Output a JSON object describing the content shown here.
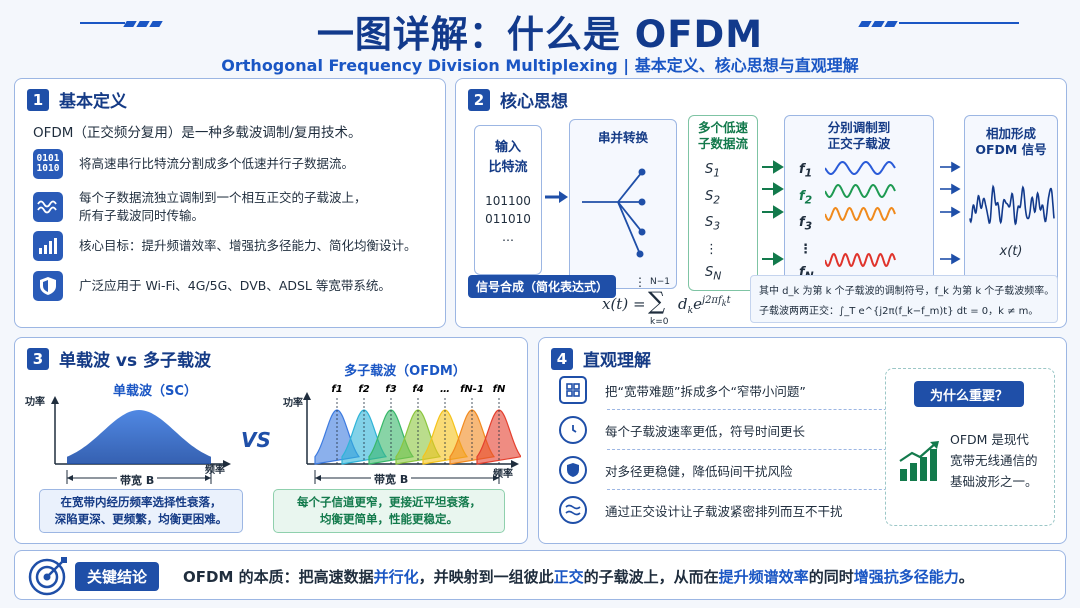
{
  "header": {
    "title": "一图详解：什么是 OFDM",
    "subtitle": "Orthogonal Frequency Division Multiplexing  |  基本定义、核心思想与直观理解"
  },
  "colors": {
    "primary": "#1f4fa8",
    "accent": "#1a56c4",
    "border": "#9cb6e3"
  },
  "panel1": {
    "num": "1",
    "title": "基本定义",
    "intro": "OFDM（正交频分复用）是一种多载波调制/复用技术。",
    "items": [
      {
        "icon": "binary-icon",
        "icon_text_1": "0101",
        "icon_text_2": "1010",
        "text": "将高速串行比特流分割成多个低速并行子数据流。"
      },
      {
        "icon": "wave-icon",
        "text_1": "每个子数据流独立调制到一个相互正交的子载波上，",
        "text_2": "所有子载波同时传输。"
      },
      {
        "icon": "bars-icon",
        "text": "核心目标：提升频谱效率、增强抗多径能力、简化均衡设计。"
      },
      {
        "icon": "shield-icon",
        "text": "广泛应用于 Wi-Fi、4G/5G、DVB、ADSL 等宽带系统。"
      }
    ]
  },
  "panel2": {
    "num": "2",
    "title": "核心思想",
    "input": {
      "label_1": "输入",
      "label_2": "比特流",
      "bits": [
        "101100",
        "011010",
        "…"
      ]
    },
    "sp": {
      "label": "串并转换"
    },
    "streams": {
      "label_1": "多个低速",
      "label_2": "子数据流",
      "symbols": [
        "S",
        "S",
        "S",
        "⋮",
        "S"
      ],
      "subs": [
        "1",
        "2",
        "3",
        "",
        "N"
      ]
    },
    "mod": {
      "label_1": "分别调制到",
      "label_2": "正交子载波",
      "carriers": [
        "f",
        "f",
        "f",
        "⋮",
        "f"
      ],
      "subs": [
        "1",
        "2",
        "3",
        "",
        "N"
      ]
    },
    "out": {
      "label_1": "相加形成",
      "label_2": "OFDM 信号",
      "signal": "x(t)"
    },
    "formula_tag": "信号合成（简化表达式）",
    "formula": {
      "lhs": "x(t) =",
      "sum_top": "N−1",
      "sum_bot": "k=0",
      "term": "d",
      "term_sub": "k",
      "exp_base": "e",
      "exp": "j2πf",
      "exp_sub": "k",
      "exp_end": "t"
    },
    "note_1": "其中 d_k 为第 k 个子载波的调制符号，f_k 为第 k 个子载波频率。",
    "note_2": "子载波两两正交：∫_T e^{j2π(f_k−f_m)t} dt = 0，k ≠ m。"
  },
  "panel3": {
    "num": "3",
    "title": "单载波 vs 多子载波",
    "sc": {
      "title": "单载波（SC）",
      "ylabel": "功率",
      "xlabel": "频率",
      "bw": "带宽 B"
    },
    "vs": "VS",
    "mc": {
      "title": "多子载波（OFDM）",
      "ylabel": "功率",
      "xlabel": "频率",
      "bw": "带宽 B",
      "carriers": [
        "f1",
        "f2",
        "f3",
        "f4",
        "…",
        "fN-1",
        "fN"
      ]
    },
    "cap_sc_1": "在宽带内经历频率选择性衰落，",
    "cap_sc_2": "深陷更深、更频繁，均衡更困难。",
    "cap_mc_1": "每个子信道更窄，更接近平坦衰落，",
    "cap_mc_2": "均衡更简单，性能更稳定。"
  },
  "panel4": {
    "num": "4",
    "title": "直观理解",
    "items": [
      {
        "icon": "grid-icon",
        "text": "把“宽带难题”拆成多个“窄带小问题”"
      },
      {
        "icon": "clock-icon",
        "text": "每个子载波速率更低，符号时间更长"
      },
      {
        "icon": "shield-icon",
        "text": "对多径更稳健，降低码间干扰风险"
      },
      {
        "icon": "waves-icon",
        "text": "通过正交设计让子载波紧密排列而互不干扰"
      }
    ],
    "why": {
      "title": "为什么重要？",
      "line_1": "OFDM 是现代",
      "line_2": "宽带无线通信的",
      "line_3": "基础波形之一。"
    }
  },
  "conclusion": {
    "label": "关键结论",
    "p1": "OFDM 的本质：把高速数据",
    "e1": "并行化",
    "p2": "，并映射到一组彼此",
    "e2": "正交",
    "p3": "的子载波上，从而在",
    "e3": "提升频谱效率",
    "p4": "的同时",
    "e4": "增强抗多径能力",
    "p5": "。"
  }
}
